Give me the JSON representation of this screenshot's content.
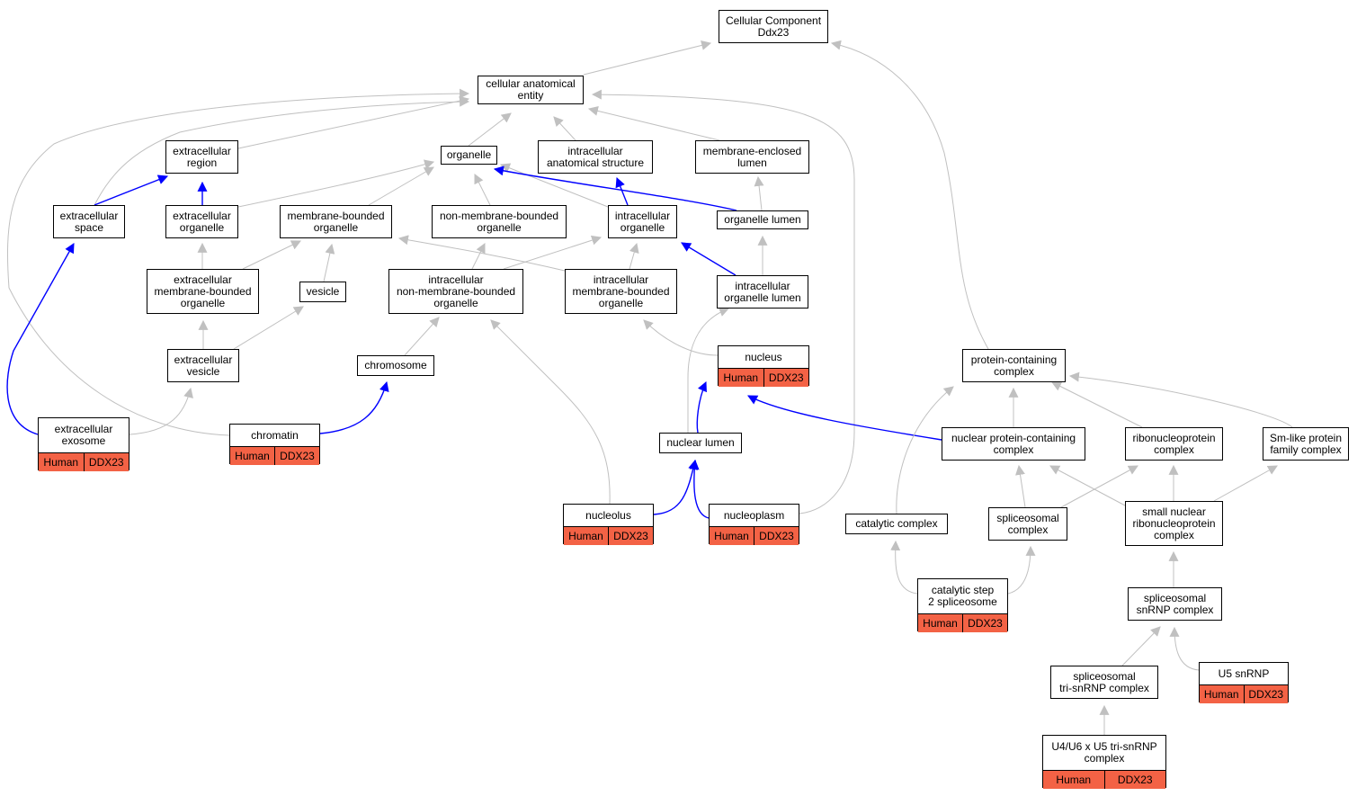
{
  "colors": {
    "edge_gray": "#c0c0c0",
    "edge_blue": "#0000ff",
    "annotation_fill": "#f36245",
    "node_border": "#000000"
  },
  "nodes": [
    {
      "id": "cc",
      "label": "Cellular Component\nDdx23"
    },
    {
      "id": "cae",
      "label": "cellular anatomical\nentity"
    },
    {
      "id": "er",
      "label": "extracellular\nregion"
    },
    {
      "id": "org",
      "label": "organelle"
    },
    {
      "id": "ias",
      "label": "intracellular\nanatomical structure"
    },
    {
      "id": "mel",
      "label": "membrane-enclosed\nlumen"
    },
    {
      "id": "es",
      "label": "extracellular\nspace"
    },
    {
      "id": "eo",
      "label": "extracellular\norganelle"
    },
    {
      "id": "mbo",
      "label": "membrane-bounded\norganelle"
    },
    {
      "id": "nmbo",
      "label": "non-membrane-bounded\norganelle"
    },
    {
      "id": "io",
      "label": "intracellular\norganelle"
    },
    {
      "id": "ol",
      "label": "organelle lumen"
    },
    {
      "id": "embo",
      "label": "extracellular\nmembrane-bounded\norganelle"
    },
    {
      "id": "ves",
      "label": "vesicle"
    },
    {
      "id": "inmbo",
      "label": "intracellular\nnon-membrane-bounded\norganelle"
    },
    {
      "id": "imbo",
      "label": "intracellular\nmembrane-bounded\norganelle"
    },
    {
      "id": "iol",
      "label": "intracellular\norganelle lumen"
    },
    {
      "id": "ev",
      "label": "extracellular\nvesicle"
    },
    {
      "id": "chrom",
      "label": "chromosome"
    },
    {
      "id": "nuc",
      "label": "nucleus",
      "annotation": [
        "Human",
        "DDX23"
      ]
    },
    {
      "id": "pcc",
      "label": "protein-containing\ncomplex"
    },
    {
      "id": "exo",
      "label": "extracellular\nexosome",
      "annotation": [
        "Human",
        "DDX23"
      ]
    },
    {
      "id": "chr",
      "label": "chromatin",
      "annotation": [
        "Human",
        "DDX23"
      ]
    },
    {
      "id": "nl",
      "label": "nuclear lumen"
    },
    {
      "id": "npcc",
      "label": "nuclear protein-containing\ncomplex"
    },
    {
      "id": "rnp",
      "label": "ribonucleoprotein\ncomplex"
    },
    {
      "id": "sml",
      "label": "Sm-like protein\nfamily complex"
    },
    {
      "id": "nlo",
      "label": "nucleolus",
      "annotation": [
        "Human",
        "DDX23"
      ]
    },
    {
      "id": "npl",
      "label": "nucleoplasm",
      "annotation": [
        "Human",
        "DDX23"
      ]
    },
    {
      "id": "cat",
      "label": "catalytic complex"
    },
    {
      "id": "spc",
      "label": "spliceosomal\ncomplex"
    },
    {
      "id": "snrnp",
      "label": "small nuclear\nribonucleoprotein\ncomplex"
    },
    {
      "id": "cs2",
      "label": "catalytic step\n2 spliceosome",
      "annotation": [
        "Human",
        "DDX23"
      ]
    },
    {
      "id": "ssnrnp",
      "label": "spliceosomal\nsnRNP complex"
    },
    {
      "id": "tri",
      "label": "spliceosomal\ntri-snRNP complex"
    },
    {
      "id": "u5",
      "label": "U5 snRNP",
      "annotation": [
        "Human",
        "DDX23"
      ]
    },
    {
      "id": "u4u6",
      "label": "U4/U6 x U5 tri-snRNP\ncomplex",
      "annotation": [
        "Human",
        "DDX23"
      ]
    }
  ],
  "edges": [
    {
      "from": "cae",
      "to": "cc",
      "style": "gray"
    },
    {
      "from": "pcc",
      "to": "cc",
      "style": "gray"
    },
    {
      "from": "er",
      "to": "cae",
      "style": "gray"
    },
    {
      "from": "es",
      "to": "cae",
      "style": "gray"
    },
    {
      "from": "org",
      "to": "cae",
      "style": "gray"
    },
    {
      "from": "ias",
      "to": "cae",
      "style": "gray"
    },
    {
      "from": "mel",
      "to": "cae",
      "style": "gray"
    },
    {
      "from": "chr",
      "to": "cae",
      "style": "gray"
    },
    {
      "from": "npl",
      "to": "cae",
      "style": "gray"
    },
    {
      "from": "es",
      "to": "er",
      "style": "blue"
    },
    {
      "from": "eo",
      "to": "er",
      "style": "blue"
    },
    {
      "from": "eo",
      "to": "org",
      "style": "gray"
    },
    {
      "from": "mbo",
      "to": "org",
      "style": "gray"
    },
    {
      "from": "nmbo",
      "to": "org",
      "style": "gray"
    },
    {
      "from": "io",
      "to": "org",
      "style": "gray"
    },
    {
      "from": "ol",
      "to": "org",
      "style": "blue"
    },
    {
      "from": "io",
      "to": "ias",
      "style": "blue"
    },
    {
      "from": "ol",
      "to": "mel",
      "style": "gray"
    },
    {
      "from": "exo",
      "to": "es",
      "style": "blue"
    },
    {
      "from": "embo",
      "to": "eo",
      "style": "gray"
    },
    {
      "from": "embo",
      "to": "mbo",
      "style": "gray"
    },
    {
      "from": "ves",
      "to": "mbo",
      "style": "gray"
    },
    {
      "from": "imbo",
      "to": "mbo",
      "style": "gray"
    },
    {
      "from": "inmbo",
      "to": "nmbo",
      "style": "gray"
    },
    {
      "from": "inmbo",
      "to": "io",
      "style": "gray"
    },
    {
      "from": "imbo",
      "to": "io",
      "style": "gray"
    },
    {
      "from": "iol",
      "to": "io",
      "style": "blue"
    },
    {
      "from": "iol",
      "to": "ol",
      "style": "gray"
    },
    {
      "from": "ev",
      "to": "embo",
      "style": "gray"
    },
    {
      "from": "ev",
      "to": "ves",
      "style": "gray"
    },
    {
      "from": "chrom",
      "to": "inmbo",
      "style": "gray"
    },
    {
      "from": "nlo",
      "to": "inmbo",
      "style": "gray"
    },
    {
      "from": "nuc",
      "to": "imbo",
      "style": "gray"
    },
    {
      "from": "nl",
      "to": "iol",
      "style": "gray"
    },
    {
      "from": "exo",
      "to": "ev",
      "style": "gray"
    },
    {
      "from": "chr",
      "to": "chrom",
      "style": "blue"
    },
    {
      "from": "nl",
      "to": "nuc",
      "style": "blue"
    },
    {
      "from": "npcc",
      "to": "nuc",
      "style": "blue"
    },
    {
      "from": "cat",
      "to": "pcc",
      "style": "gray"
    },
    {
      "from": "npcc",
      "to": "pcc",
      "style": "gray"
    },
    {
      "from": "rnp",
      "to": "pcc",
      "style": "gray"
    },
    {
      "from": "sml",
      "to": "pcc",
      "style": "gray"
    },
    {
      "from": "nlo",
      "to": "nl",
      "style": "blue"
    },
    {
      "from": "npl",
      "to": "nl",
      "style": "blue"
    },
    {
      "from": "spc",
      "to": "npcc",
      "style": "gray"
    },
    {
      "from": "snrnp",
      "to": "npcc",
      "style": "gray"
    },
    {
      "from": "spc",
      "to": "rnp",
      "style": "gray"
    },
    {
      "from": "snrnp",
      "to": "rnp",
      "style": "gray"
    },
    {
      "from": "snrnp",
      "to": "sml",
      "style": "gray"
    },
    {
      "from": "cs2",
      "to": "cat",
      "style": "gray"
    },
    {
      "from": "cs2",
      "to": "spc",
      "style": "gray"
    },
    {
      "from": "ssnrnp",
      "to": "snrnp",
      "style": "gray"
    },
    {
      "from": "tri",
      "to": "ssnrnp",
      "style": "gray"
    },
    {
      "from": "u5",
      "to": "ssnrnp",
      "style": "gray"
    },
    {
      "from": "u4u6",
      "to": "tri",
      "style": "gray"
    }
  ]
}
